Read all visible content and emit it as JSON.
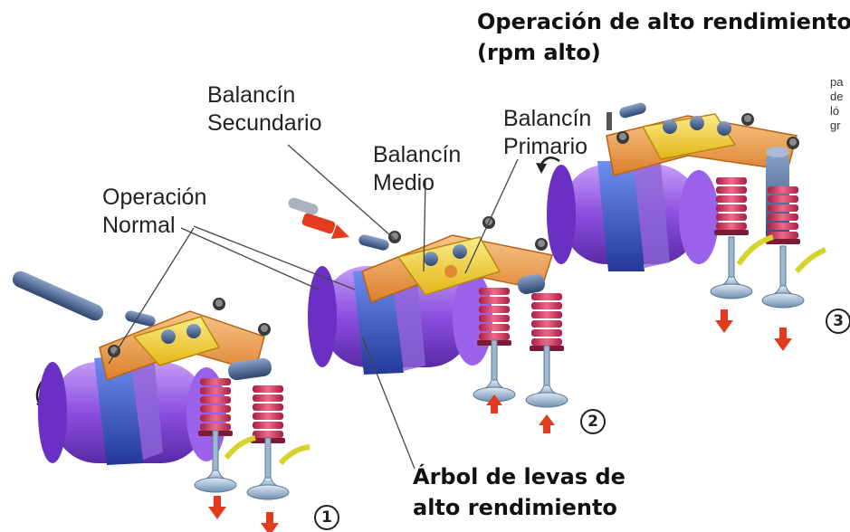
{
  "title_top": [
    "Operación de alto rendimiento",
    "(rpm alto)"
  ],
  "title_bottom": [
    "Árbol de levas de",
    "alto rendimiento"
  ],
  "labels": {
    "secundario": [
      "Balancín",
      "Secundario"
    ],
    "primario": [
      "Balancín",
      "Primario"
    ],
    "medio": [
      "Balancín",
      "Medio"
    ],
    "normal": [
      "Operación",
      "Normal"
    ]
  },
  "cut_note": [
    "pa",
    "de",
    "ló",
    "gr"
  ],
  "stage_numbers": [
    "1",
    "2",
    "3"
  ],
  "colors": {
    "camshaft": "#7b3fd0",
    "lobe_band": "#2d4fc2",
    "rocker": "#f0a14a",
    "rocker_primary": "#f3d23a",
    "spring": "#d23a5e",
    "valve": "#8fb3d3",
    "arrow": "#e43a1d",
    "shaft": "#3f5a8a"
  }
}
